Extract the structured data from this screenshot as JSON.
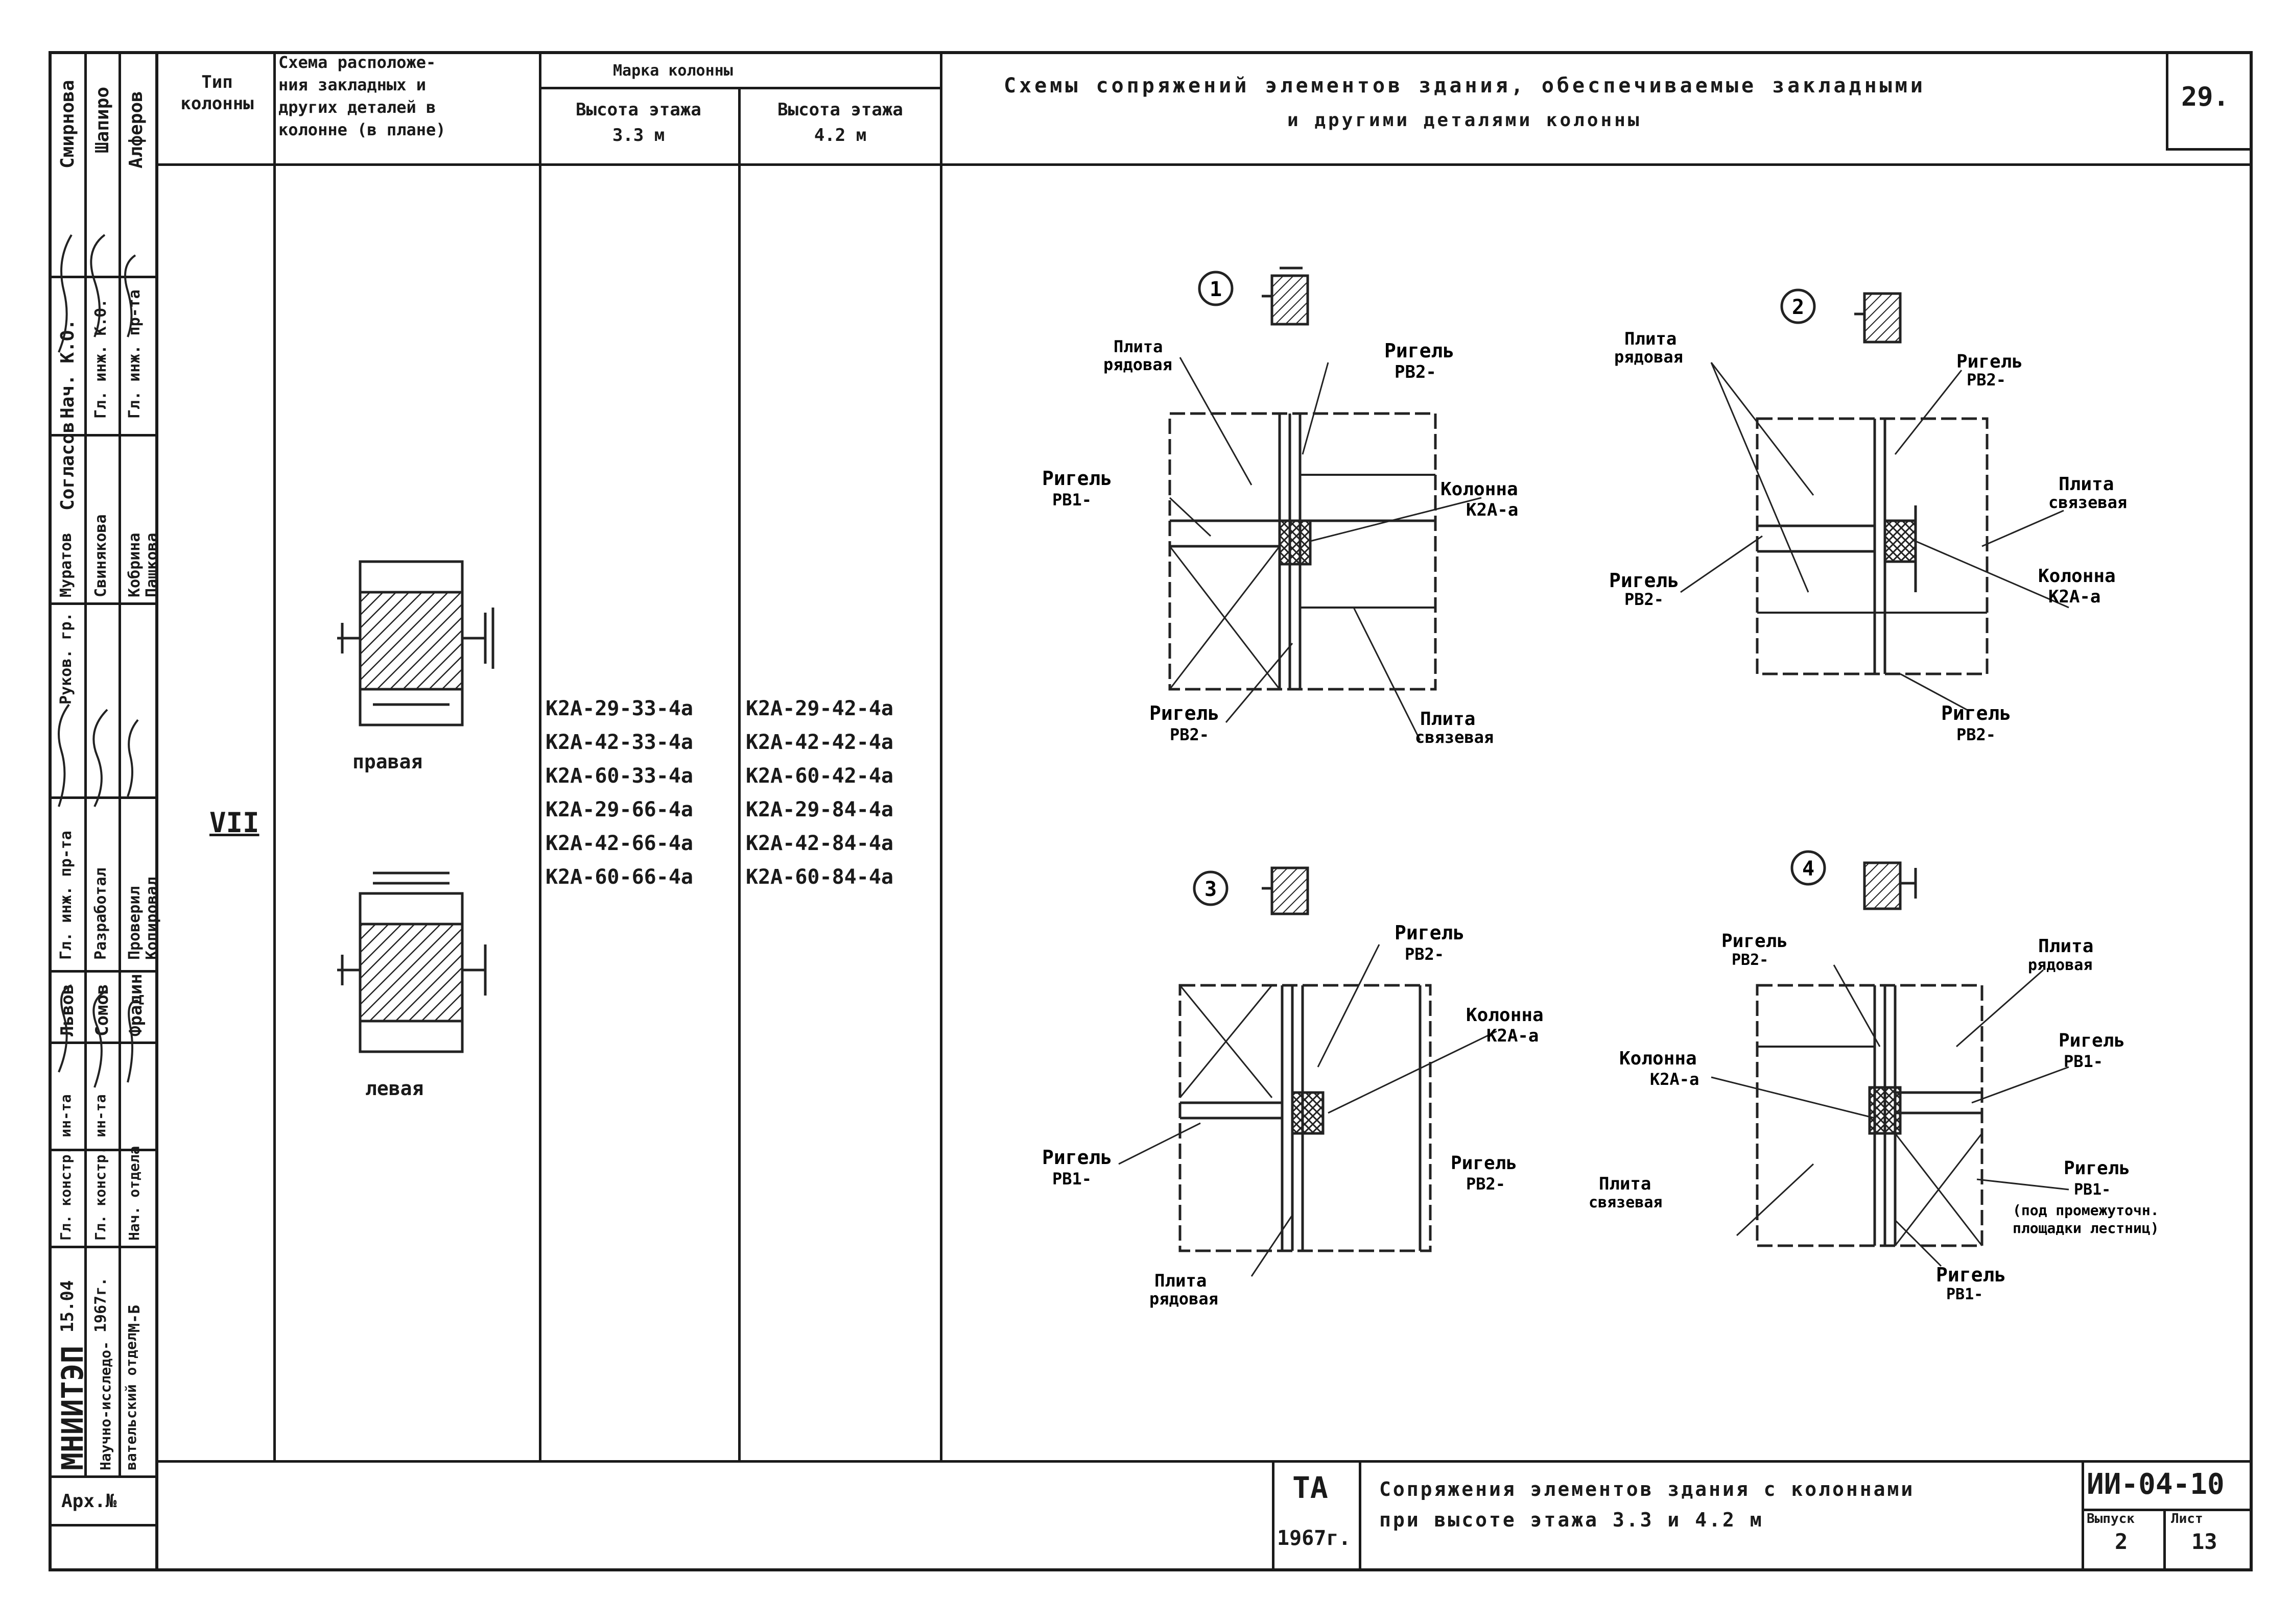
{
  "sheet_number": "29.",
  "main_title": [
    "Схемы сопряжений элементов здания, обеспечиваемые закладными",
    "и другими деталями колонны"
  ],
  "table": {
    "headers": {
      "type": [
        "Тип",
        "колонны"
      ],
      "scheme": [
        "Схема расположе-",
        "ния закладных и",
        "других деталей в",
        "колонне (в плане)"
      ],
      "marka": "Марка колонны",
      "h33": [
        "Высота этажа",
        "3.3 м"
      ],
      "h42": [
        "Высота этажа",
        "4.2 м"
      ]
    },
    "type_value": "VII",
    "scheme_right_label": "правая",
    "scheme_left_label": "левая",
    "marks_33": [
      "К2А-29-33-4а",
      "К2А-42-33-4а",
      "К2А-60-33-4а",
      "К2А-29-66-4а",
      "К2А-42-66-4а",
      "К2А-60-66-4а"
    ],
    "marks_42": [
      "К2А-29-42-4а",
      "К2А-42-42-4а",
      "К2А-60-42-4а",
      "К2А-29-84-4а",
      "К2А-42-84-4а",
      "К2А-60-84-4а"
    ]
  },
  "diagrams": {
    "d1": {
      "num": "1",
      "labels": [
        "Плита",
        "рядовая",
        "Ригель",
        "РВ2-",
        "Ригель",
        "РВ1-",
        "Колонна",
        "К2А-а",
        "Ригель",
        "РВ2-",
        "Плита",
        "связевая"
      ]
    },
    "d2": {
      "num": "2",
      "labels": [
        "Плита",
        "рядовая",
        "Ригель",
        "РВ2-",
        "Плита",
        "связевая",
        "Ригель",
        "РВ2-",
        "Колонна",
        "К2А-а",
        "Ригель",
        "РВ2-"
      ]
    },
    "d3": {
      "num": "3",
      "labels": [
        "Ригель",
        "РВ2-",
        "Колонна",
        "К2А-а",
        "Ригель",
        "РВ1-",
        "Ригель",
        "РВ2-",
        "Плита",
        "рядовая"
      ]
    },
    "d4": {
      "num": "4",
      "labels": [
        "Ригель",
        "РВ2-",
        "Плита",
        "рядовая",
        "Колонна",
        "К2А-а",
        "Ригель",
        "РВ1-",
        "Плита",
        "связевая",
        "Ригель",
        "РВ1-",
        "(под промежуточн.",
        "площадки лестниц)",
        "Ригель",
        "РВ1-"
      ]
    }
  },
  "stamp": {
    "org": "МНИИТЭП",
    "org_sub": [
      "Научно-исследо-",
      "вательский отдел"
    ],
    "date": [
      "15.04",
      "1967г."
    ],
    "scale": [
      "М-Б",
      "—"
    ],
    "roles": [
      "Нач. отдела",
      "Гл. констр. ин-та",
      "Гл. инж. пр-та",
      "Руков. гр.",
      "Разработал",
      "Проверил",
      "Копировал",
      "Нач. К.О.",
      "Гл. инж. К.О.",
      "Гл. инж. пр-та",
      "Согласов"
    ],
    "names": [
      "Фрадин",
      "Сомов",
      "Львов",
      "Муратов",
      "Свинякова",
      "Кобрина",
      "Пашкова",
      "Смирнова",
      "Шапиро",
      "Алферов"
    ],
    "arch": "Арх.№"
  },
  "title_block": {
    "ta": "ТА",
    "year": "1967г.",
    "description": [
      "Сопряжения элементов здания с колоннами",
      "при высоте этажа 3.3 и 4.2 м"
    ],
    "code": "ИИ-04-10",
    "vypusk_label": "Выпуск",
    "vypusk": "2",
    "list_label": "Лист",
    "list": "13"
  }
}
